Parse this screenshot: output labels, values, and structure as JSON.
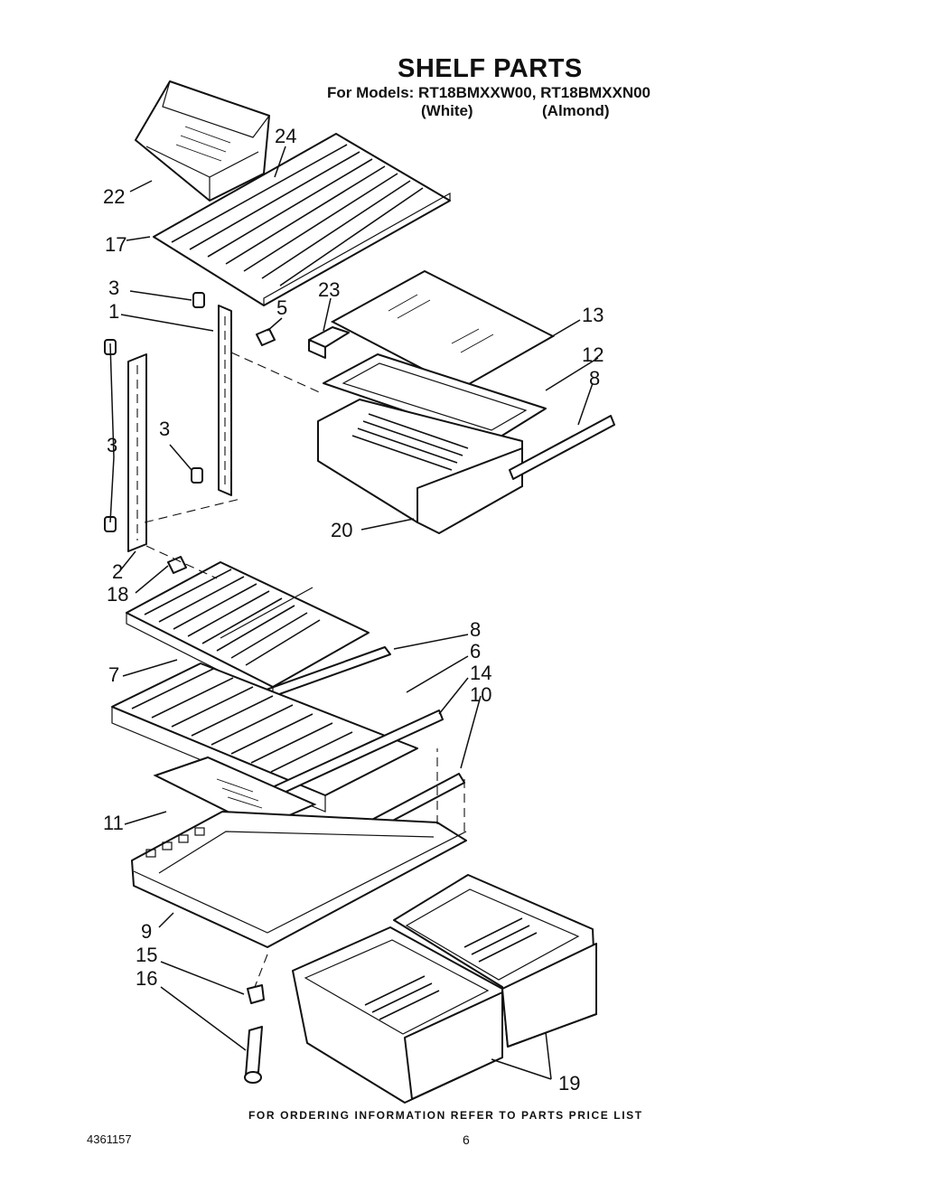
{
  "header": {
    "title": "SHELF PARTS",
    "models_line": "For Models: RT18BMXXW00, RT18BMXXN00",
    "variant_white": "(White)",
    "variant_almond": "(Almond)"
  },
  "callouts": {
    "c1": "1",
    "c2": "2",
    "c3a": "3",
    "c3b": "3",
    "c3c": "3",
    "c5": "5",
    "c6": "6",
    "c7": "7",
    "c8a": "8",
    "c8b": "8",
    "c9": "9",
    "c10": "10",
    "c11": "11",
    "c12": "12",
    "c13": "13",
    "c14": "14",
    "c15": "15",
    "c16": "16",
    "c17": "17",
    "c18": "18",
    "c19": "19",
    "c20": "20",
    "c22": "22",
    "c23": "23",
    "c24": "24"
  },
  "footer": {
    "ordering_note": "FOR ORDERING INFORMATION REFER TO PARTS PRICE LIST",
    "document_number": "4361157",
    "page_number": "6"
  }
}
